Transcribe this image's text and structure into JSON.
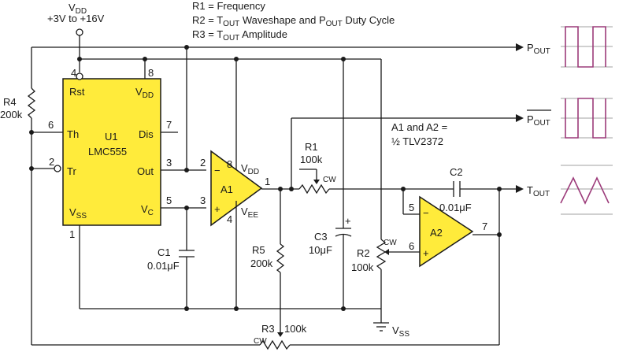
{
  "notes": {
    "r1": {
      "ref": "R1",
      "eq": " = ",
      "desc": "Frequency"
    },
    "r2": {
      "ref": "R2",
      "eq": " = ",
      "t": "T",
      "t_sub": "OUT",
      "mid": " Waveshape and ",
      "p": "P",
      "p_sub": "OUT",
      "end": " Duty Cycle"
    },
    "r3": {
      "ref": "R3",
      "eq": " = ",
      "t": "T",
      "t_sub": "OUT",
      "end": " Amplitude"
    }
  },
  "supply": {
    "vdd_main": "V",
    "vdd_sub": "DD",
    "range": "+3V to +16V"
  },
  "u1": {
    "ref": "U1",
    "part": "LMC555",
    "pins": {
      "rst": "Rst",
      "vdd": "V",
      "vdd_sub": "DD",
      "th": "Th",
      "dis": "Dis",
      "tr": "Tr",
      "out": "Out",
      "vss": "V",
      "vss_sub": "SS",
      "vc": "V",
      "vc_sub": "C"
    },
    "pin_numbers": {
      "p4": "4",
      "p8": "8",
      "p6": "6",
      "p7": "7",
      "p2": "2",
      "p3": "3",
      "p5": "5",
      "p1": "1"
    }
  },
  "a1": {
    "ref": "A1",
    "vdd": "V",
    "vdd_sub": "DD",
    "vee": "V",
    "vee_sub": "EE",
    "pin_numbers": {
      "p2": "2",
      "p8": "8",
      "p3": "3",
      "p4": "4",
      "p1": "1"
    },
    "minus": "−",
    "plus": "+"
  },
  "a2": {
    "ref": "A2",
    "pin_numbers": {
      "p5": "5",
      "p6": "6",
      "p7": "7"
    },
    "minus": "−",
    "plus": "+"
  },
  "opamp_note": {
    "line1": "A1 and A2 =",
    "line2": "½ TLV2372"
  },
  "components": {
    "r4": {
      "ref": "R4",
      "value": "200k"
    },
    "r1": {
      "ref": "R1",
      "value": "100k",
      "cw": "CW"
    },
    "r5": {
      "ref": "R5",
      "value": "200k"
    },
    "c1": {
      "ref": "C1",
      "value": "0.01μF"
    },
    "c2": {
      "ref": "C2",
      "value": "0.01μF"
    },
    "c3": {
      "ref": "C3",
      "value": "10μF",
      "polarity": "+"
    },
    "r2": {
      "ref": "R2",
      "value": "100k",
      "cw": "CW"
    },
    "r3": {
      "ref": "R3",
      "value": "100k",
      "cw": "CW"
    }
  },
  "ground": {
    "vss": "V",
    "vss_sub": "SS"
  },
  "outputs": {
    "pout": {
      "main": "P",
      "sub": "OUT"
    },
    "pout_bar": {
      "main": "P",
      "sub": "OUT"
    },
    "tout": {
      "main": "T",
      "sub": "OUT"
    }
  },
  "colors": {
    "chip_fill": "#ffeb3b",
    "waveform": "#9c3b7a",
    "wire": "#1a1a1a"
  }
}
